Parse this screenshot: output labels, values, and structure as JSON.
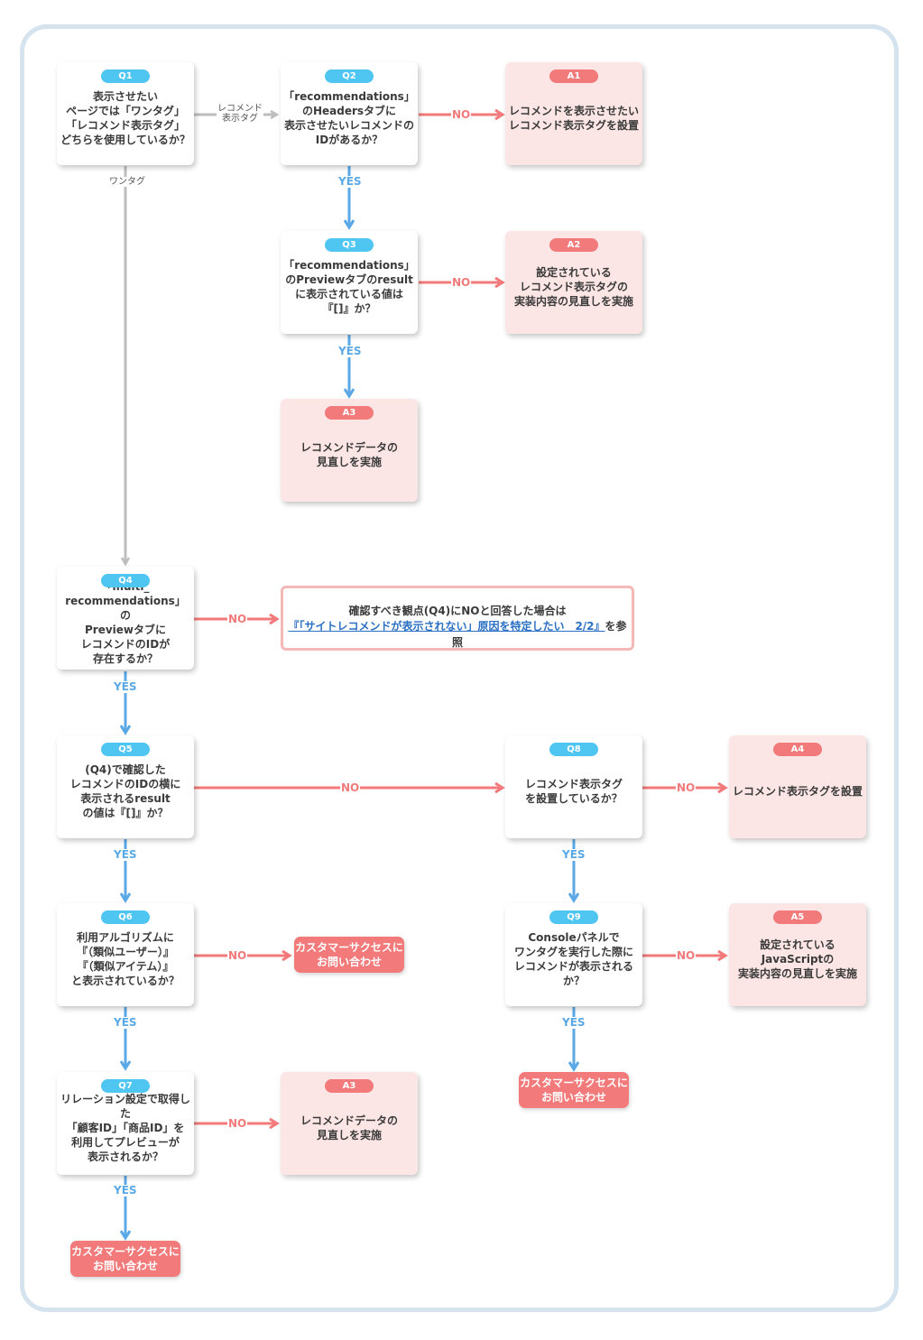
{
  "questions": {
    "q1": {
      "badge": "Q1",
      "text": "表示させたい\nページでは「ワンタグ」\n「レコメンド表示タグ」\nどちらを使用しているか？"
    },
    "q2": {
      "badge": "Q2",
      "text": "「recommendations」\nのHeadersタブに\n表示させたいレコメンドの\nIDがあるか？"
    },
    "q3": {
      "badge": "Q3",
      "text": "「recommendations」\nのPreviewタブのresult\nに表示されている値は\n『[]』か？"
    },
    "q4": {
      "badge": "Q4",
      "text": "「multi_\nrecommendations」の\nPreviewタブに\nレコメンドのIDが\n存在するか？"
    },
    "q5": {
      "badge": "Q5",
      "text": "(Q4)で確認した\nレコメンドのIDの横に\n表示されるresult\nの値は『[]』か？"
    },
    "q6": {
      "badge": "Q6",
      "text": "利用アルゴリズムに\n『（類似ユーザー）』\n『（類似アイテム）』\nと表示されているか？"
    },
    "q7": {
      "badge": "Q7",
      "text": "リレーション設定で取得した\n「顧客ID」「商品ID」を\n利用してプレビューが\n表示されるか？"
    },
    "q8": {
      "badge": "Q8",
      "text": "レコメンド表示タグ\nを設置しているか？"
    },
    "q9": {
      "badge": "Q9",
      "text": "Consoleパネルで\nワンタグを実行した際に\nレコメンドが表示されるか？"
    }
  },
  "answers": {
    "a1": {
      "badge": "A1",
      "text": "レコメンドを表示させたい\nレコメンド表示タグを設置"
    },
    "a2": {
      "badge": "A2",
      "text": "設定されている\nレコメンド表示タグの\n実装内容の見直しを実施"
    },
    "a3": {
      "badge": "A3",
      "text": "レコメンドデータの\n見直しを実施"
    },
    "a3b": {
      "badge": "A3",
      "text": "レコメンドデータの\n見直しを実施"
    },
    "a4": {
      "badge": "A4",
      "text": "レコメンド表示タグを設置"
    },
    "a5": {
      "badge": "A5",
      "text": "設定されている\nJavaScriptの\n実装内容の見直しを実施"
    }
  },
  "contacts": {
    "c1": "カスタマーサクセスに\nお問い合わせ",
    "c2": "カスタマーサクセスに\nお問い合わせ",
    "c3": "カスタマーサクセスに\nお問い合わせ"
  },
  "note": {
    "line1": "確認すべき観点(Q4)にNOと回答した場合は",
    "link": "『「サイトレコメンドが表示されない」原因を特定したい　2/2』",
    "suffix": "を参照"
  },
  "labels": {
    "yes": "YES",
    "no": "NO",
    "recommend_tag": "レコメンド\n表示タグ",
    "one_tag": "ワンタグ"
  },
  "colors": {
    "question_badge": "#4fc5f2",
    "answer_badge": "#f27a7a",
    "answer_fill": "#fce6e5",
    "yes_arrow": "#5aa9e6",
    "no_arrow": "#f27a7a",
    "neutral_arrow": "#bdbdbd",
    "frame": "#d5e3ef",
    "link": "#2a6fc4"
  }
}
